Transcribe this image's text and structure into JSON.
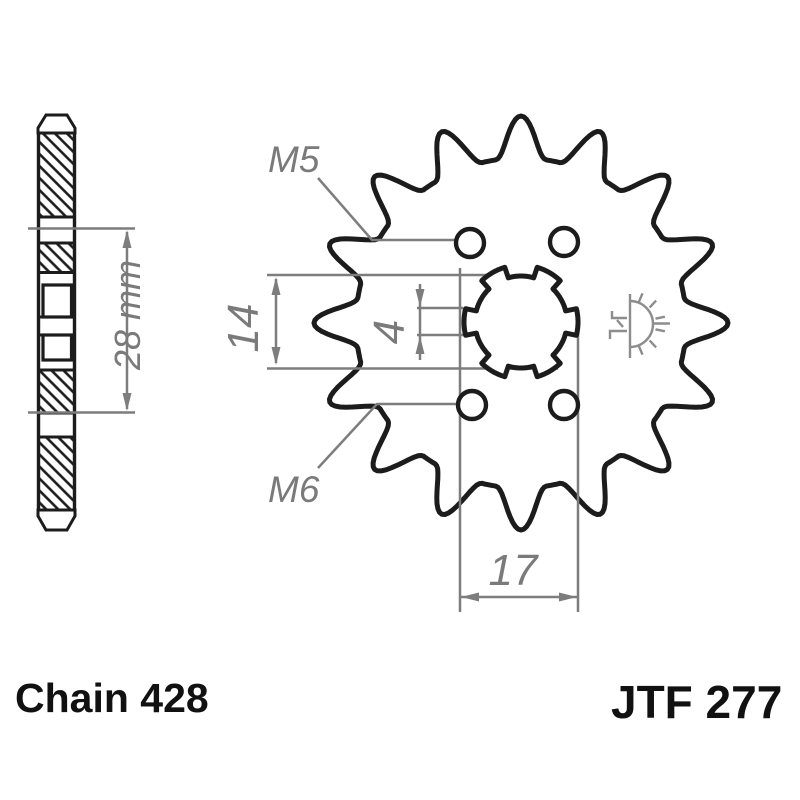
{
  "drawing": {
    "part_number": "JTF 277",
    "chain_spec": "Chain 428",
    "dimensions": {
      "side_width": "28 mm",
      "bore_diameter": "14",
      "spline_groove_width": "4",
      "across_spline_grooves": "17",
      "upper_hole_thread": "M5",
      "lower_hole_thread": "M6"
    },
    "sprocket": {
      "teeth_count": 16,
      "bolt_hole_count": 4,
      "spline_notch_count": 6
    },
    "icons": {
      "sun_stamp_icon": "half-sun stamp mark with rays"
    },
    "colors": {
      "outline": "#1c1c1c",
      "dimension_gray": "#7d7d7d",
      "label_black": "#111111"
    }
  }
}
